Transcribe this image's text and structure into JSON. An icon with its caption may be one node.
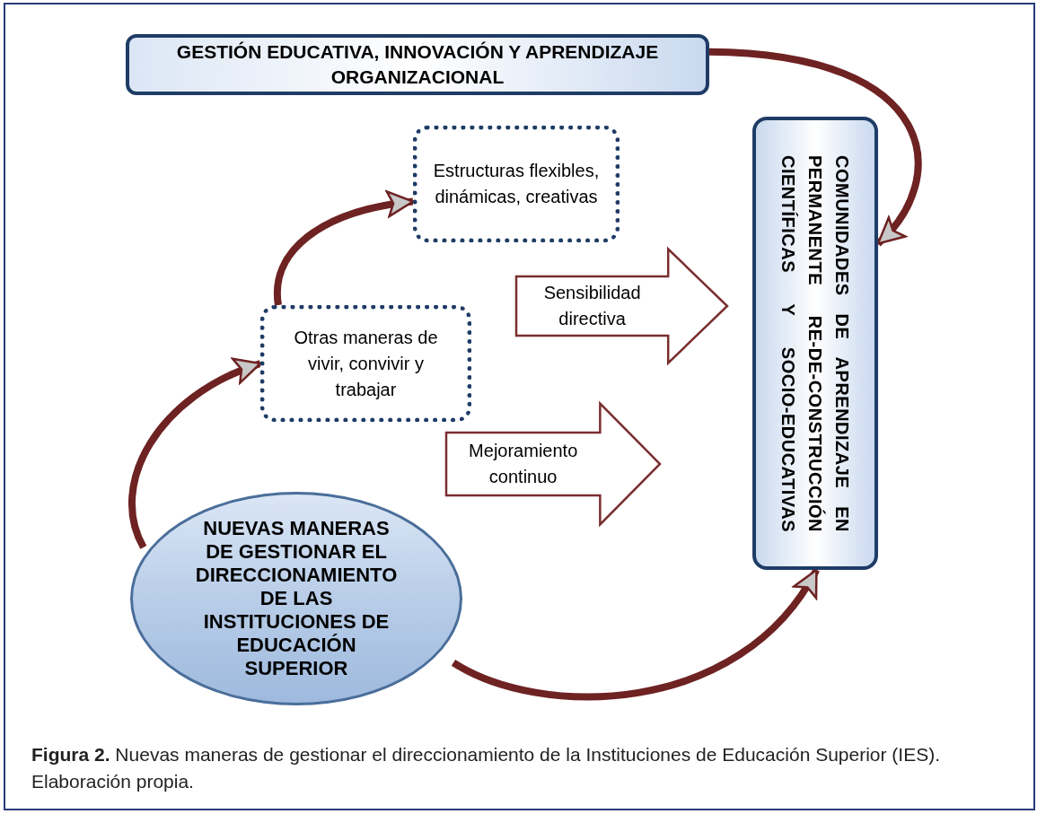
{
  "diagram": {
    "caption": "**Figura 2.** Nuevas maneras de gestionar el direccionamiento de la Instituciones de Educación Superior (IES). Elaboración propia.",
    "nodes": [
      {
        "text": [
          "GESTIÓN EDUCATIVA, INNOVACIÓN Y APRENDIZAJE ORGANIZACIONAL"
        ]
      },
      {
        "text": [
          "Estructuras flexibles, dinámicas, creativas"
        ]
      },
      {
        "text": [
          "COMUNIDADES DE APRENDIZAJE EN PERMANENTE RE-DE-CONSTRUCCIÓN CIENTÍFICAS Y SOCIO-EDUCATIVAS"
        ]
      },
      {
        "text": [
          "Otras maneras de vivir, convivir y trabajar"
        ]
      },
      {
        "text": [
          "NUEVAS MANERAS DE GESTIONAR EL DIRECCIONAMIENTO DE LAS INSTITUCIONES DE EDUCACIÓN SUPERIOR"
        ]
      }
    ],
    "edges": [
      {
        "from": 4,
        "to": 3,
        "arrow": "to"
      },
      {
        "from": 3,
        "to": 1,
        "arrow": "to"
      },
      {
        "from": 4,
        "to": 2,
        "arrow": "to"
      },
      {
        "from": 0,
        "to": 2,
        "arrow": "to"
      },
      {
        "from": 1,
        "to": 2,
        "arrow": "to",
        "label": "Sensibilidad directiva",
        "style": "thick"
      },
      {
        "from": 3,
        "to": 2,
        "arrow": "to",
        "label": "Mejoramiento continuo",
        "style": "thick"
      }
    ]
  }
}
